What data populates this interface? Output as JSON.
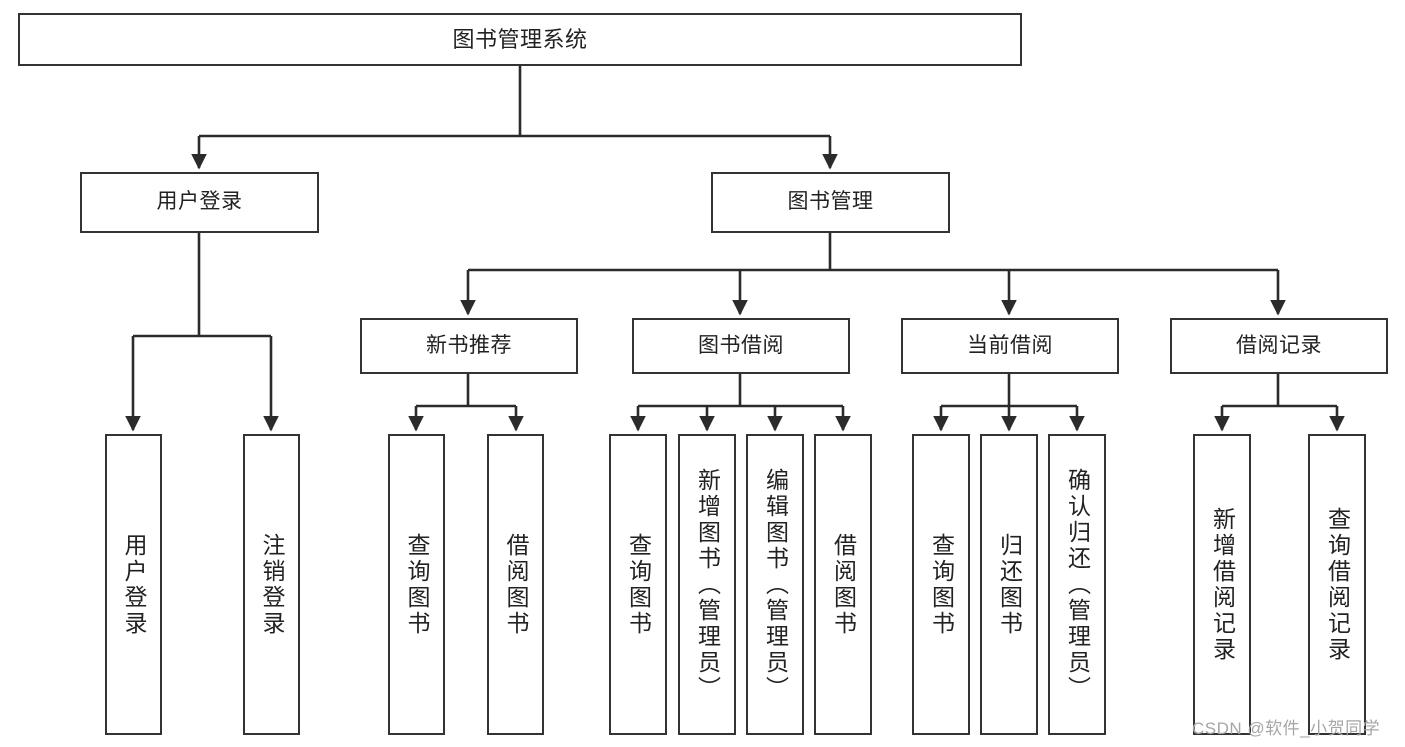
{
  "diagram": {
    "type": "tree",
    "title": "图书管理系统",
    "watermark": "CSDN @软件_小贺同学",
    "colors": {
      "border": "#333333",
      "background": "#ffffff",
      "text": "#222222",
      "edge": "#2b2b2b",
      "watermark": "#a6a6a6"
    },
    "nodes": {
      "root": {
        "label": "图书管理系统"
      },
      "level2": [
        {
          "id": "user-login",
          "label": "用户登录"
        },
        {
          "id": "book-manage",
          "label": "图书管理"
        }
      ],
      "level3": [
        {
          "id": "new-book-recommend",
          "label": "新书推荐"
        },
        {
          "id": "book-borrow",
          "label": "图书借阅"
        },
        {
          "id": "current-borrow",
          "label": "当前借阅"
        },
        {
          "id": "borrow-record",
          "label": "借阅记录"
        }
      ],
      "leaves": [
        {
          "id": "leaf-user-login",
          "label": "用户登录",
          "parent": "user-login"
        },
        {
          "id": "leaf-user-logout",
          "label": "注销登录",
          "parent": "user-login"
        },
        {
          "id": "leaf-query-book-1",
          "label": "查询图书",
          "parent": "new-book-recommend"
        },
        {
          "id": "leaf-borrow-book-1",
          "label": "借阅图书",
          "parent": "new-book-recommend"
        },
        {
          "id": "leaf-query-book-2",
          "label": "查询图书",
          "parent": "book-borrow"
        },
        {
          "id": "leaf-add-book",
          "label": "新增图书（管理员）",
          "parent": "book-borrow"
        },
        {
          "id": "leaf-edit-book",
          "label": "编辑图书（管理员）",
          "parent": "book-borrow"
        },
        {
          "id": "leaf-borrow-book-2",
          "label": "借阅图书",
          "parent": "book-borrow"
        },
        {
          "id": "leaf-query-book-3",
          "label": "查询图书",
          "parent": "current-borrow"
        },
        {
          "id": "leaf-return-book",
          "label": "归还图书",
          "parent": "current-borrow"
        },
        {
          "id": "leaf-confirm-return",
          "label": "确认归还（管理员）",
          "parent": "current-borrow"
        },
        {
          "id": "leaf-add-record",
          "label": "新增借阅记录",
          "parent": "borrow-record"
        },
        {
          "id": "leaf-query-record",
          "label": "查询借阅记录",
          "parent": "borrow-record"
        }
      ]
    }
  }
}
